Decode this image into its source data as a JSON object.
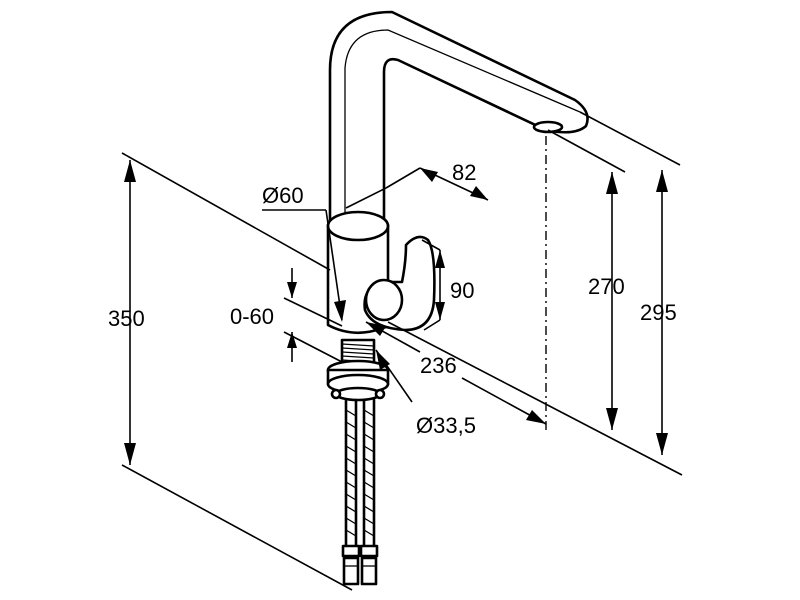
{
  "dimensions": {
    "total_height": "350",
    "spout_height": "270",
    "overall_height": "295",
    "body_diameter": "Ø60",
    "handle_width": "82",
    "handle_height": "90",
    "deck_thickness": "0-60",
    "spout_reach": "236",
    "hole_diameter": "Ø33,5"
  }
}
